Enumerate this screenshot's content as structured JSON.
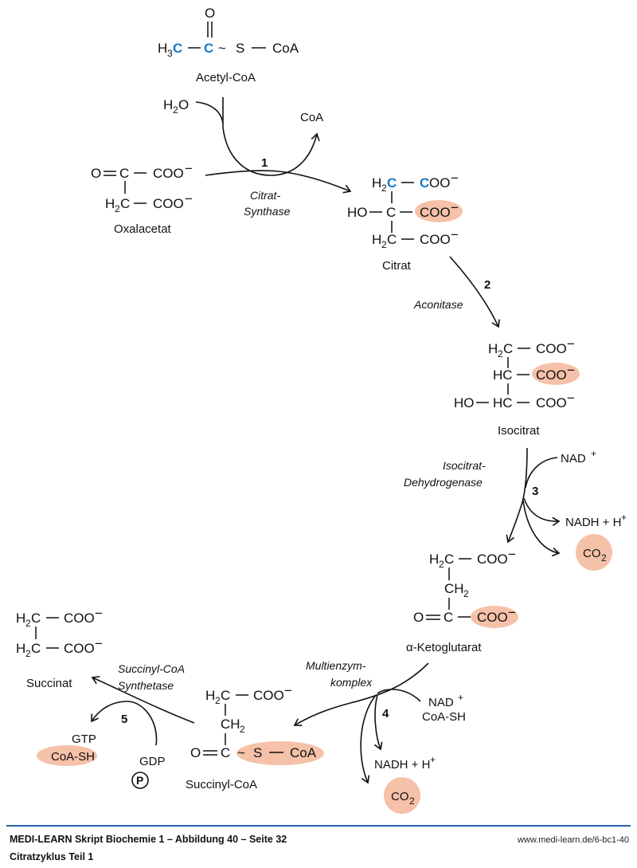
{
  "diagram": {
    "title": "Citratzyklus Teil 1",
    "highlight_color": "#f5c1a8",
    "tracer_color": "#1a7ac4",
    "molecules": {
      "acetyl_coa": {
        "name": "Acetyl-CoA",
        "o": "O",
        "h3c_h": "H",
        "h3c_sub": "3",
        "c1": "C",
        "c2": "C",
        "tilde": "~",
        "s": "S",
        "coa": "CoA"
      },
      "oxalacetat": {
        "name": "Oxalacetat",
        "row1_left": "O",
        "row1_c": "C",
        "row1_right": "COO",
        "row2_left_h": "H",
        "row2_left_sub": "2",
        "row2_left_c": "C",
        "row2_right": "COO",
        "charge": "−"
      },
      "citrat": {
        "name": "Citrat",
        "row1_h": "H",
        "row1_sub": "2",
        "row1_c": "C",
        "row1_right_c": "C",
        "row1_right_rest": "OO",
        "row2_left": "HO",
        "row2_c": "C",
        "row2_right": "COO",
        "row3_h": "H",
        "row3_sub": "2",
        "row3_c": "C",
        "row3_right": "COO",
        "charge": "−"
      },
      "isocitrat": {
        "name": "Isocitrat",
        "row1_h": "H",
        "row1_sub": "2",
        "row1_c": "C",
        "row1_right": "COO",
        "row2_left": "HC",
        "row2_right": "COO",
        "row3_ho": "HO",
        "row3_hc": "HC",
        "row3_right": "COO",
        "charge": "−"
      },
      "alpha_ketoglutarat": {
        "name": "α-Ketoglutarat",
        "row1_h": "H",
        "row1_sub": "2",
        "row1_c": "C",
        "row1_right": "COO",
        "row2": "CH",
        "row2_sub": "2",
        "row3_o": "O",
        "row3_c": "C",
        "row3_right": "COO",
        "charge": "−"
      },
      "succinyl_coa": {
        "name": "Succinyl-CoA",
        "row1_h": "H",
        "row1_sub": "2",
        "row1_c": "C",
        "row1_right": "COO",
        "row2": "CH",
        "row2_sub": "2",
        "row3_o": "O",
        "row3_c": "C",
        "tilde": "~",
        "s": "S",
        "coa": "CoA",
        "charge": "−"
      },
      "succinat": {
        "name": "Succinat",
        "row1_h": "H",
        "row1_sub": "2",
        "row1_c": "C",
        "row1_right": "COO",
        "row2_h": "H",
        "row2_sub": "2",
        "row2_c": "C",
        "row2_right": "COO",
        "charge": "−"
      }
    },
    "steps": [
      {
        "number": "1",
        "enzyme_line1": "Citrat-",
        "enzyme_line2": "Synthase",
        "inputs": [
          "H₂O"
        ],
        "water_h": "H",
        "water_sub": "2",
        "water_o": "O",
        "outputs": [
          "CoA"
        ]
      },
      {
        "number": "2",
        "enzyme_line1": "Aconitase"
      },
      {
        "number": "3",
        "enzyme_line1": "Isocitrat-",
        "enzyme_line2": "Dehydrogenase",
        "input_nad": "NAD",
        "input_nad_sup": "+",
        "output_nadh": "NADH + H",
        "output_nadh_sup": "+",
        "output_co2": "CO",
        "output_co2_sub": "2"
      },
      {
        "number": "4",
        "enzyme_line1": "Multienzym-",
        "enzyme_line2": "komplex",
        "input_nad": "NAD",
        "input_nad_sup": "+",
        "input_coash": "CoA-SH",
        "output_nadh": "NADH + H",
        "output_nadh_sup": "+",
        "output_co2": "CO",
        "output_co2_sub": "2"
      },
      {
        "number": "5",
        "enzyme_line1": "Succinyl-CoA",
        "enzyme_line2": "Synthetase",
        "input_gdp": "GDP",
        "input_p": "P",
        "output_gtp": "GTP",
        "output_coash": "CoA-SH"
      }
    ]
  },
  "footer": {
    "title": "MEDI-LEARN Skript Biochemie 1 – Abbildung 40 – Seite 32",
    "subtitle": "Citratzyklus Teil 1",
    "url": "www.medi-learn.de/6-bc1-40"
  }
}
